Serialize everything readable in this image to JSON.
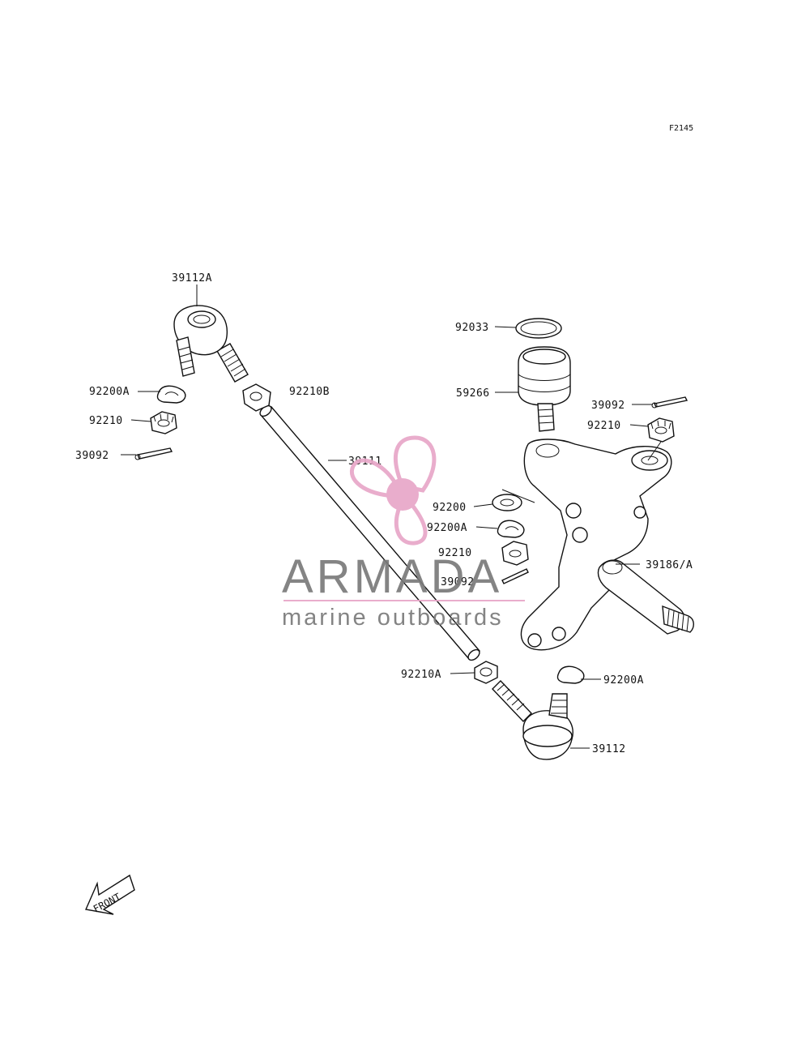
{
  "figure_code": "F2145",
  "front_marker": "FRONT",
  "watermark": {
    "title": "ARMADA",
    "subtitle": "marine outboards",
    "accent_color": "#e8a7c8",
    "text_color": "#7a7a7a"
  },
  "callouts": [
    {
      "id": "c1",
      "text": "39112A"
    },
    {
      "id": "c2",
      "text": "92200A"
    },
    {
      "id": "c3",
      "text": "92210"
    },
    {
      "id": "c4",
      "text": "39092"
    },
    {
      "id": "c5",
      "text": "92210B"
    },
    {
      "id": "c6",
      "text": "39111"
    },
    {
      "id": "c7",
      "text": "92033"
    },
    {
      "id": "c8",
      "text": "59266"
    },
    {
      "id": "c9",
      "text": "39092"
    },
    {
      "id": "c10",
      "text": "92210"
    },
    {
      "id": "c11",
      "text": "92200"
    },
    {
      "id": "c12",
      "text": "92200A"
    },
    {
      "id": "c13",
      "text": "92210"
    },
    {
      "id": "c14",
      "text": "39092"
    },
    {
      "id": "c15",
      "text": "39186/A"
    },
    {
      "id": "c16",
      "text": "92210A"
    },
    {
      "id": "c17",
      "text": "92200A"
    },
    {
      "id": "c18",
      "text": "39112"
    }
  ]
}
